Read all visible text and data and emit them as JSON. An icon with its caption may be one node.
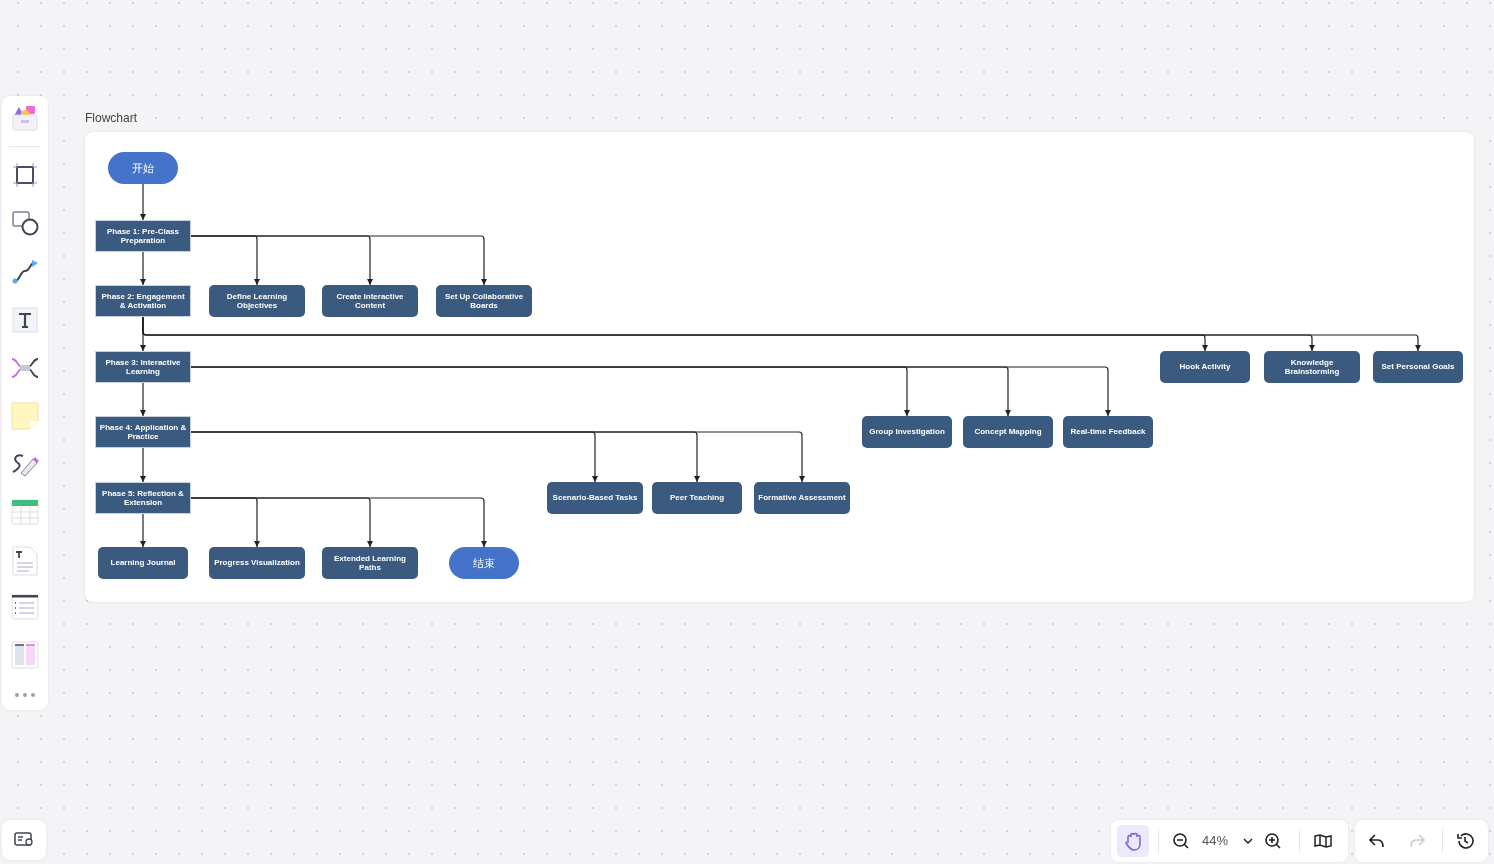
{
  "diagram": {
    "title": "Flowchart",
    "nodes": [
      {
        "text": [
          "开始"
        ]
      },
      {
        "text": [
          "Phase 1: Pre-Class Preparation"
        ]
      },
      {
        "text": [
          "Phase 2: Engagement & Activation"
        ]
      },
      {
        "text": [
          "Define Learning Objectives"
        ]
      },
      {
        "text": [
          "Create Interactive Content"
        ]
      },
      {
        "text": [
          "Set Up Collaborative Boards"
        ]
      },
      {
        "text": [
          "Phase 3: Interactive Learning"
        ]
      },
      {
        "text": [
          "Hook Activity"
        ]
      },
      {
        "text": [
          "Knowledge Brainstorming"
        ]
      },
      {
        "text": [
          "Set Personal Goals"
        ]
      },
      {
        "text": [
          "Phase 4: Application & Practice"
        ]
      },
      {
        "text": [
          "Group Investigation"
        ]
      },
      {
        "text": [
          "Concept Mapping"
        ]
      },
      {
        "text": [
          "Real-time Feedback"
        ]
      },
      {
        "text": [
          "Phase 5: Reflection & Extension"
        ]
      },
      {
        "text": [
          "Scenario-Based Tasks"
        ]
      },
      {
        "text": [
          "Peer Teaching"
        ]
      },
      {
        "text": [
          "Formative Assessment"
        ]
      },
      {
        "text": [
          "Learning Journal"
        ]
      },
      {
        "text": [
          "Progress Visualization"
        ]
      },
      {
        "text": [
          "Extended Learning Paths"
        ]
      },
      {
        "text": [
          "结束"
        ]
      }
    ],
    "edges": [
      {
        "from": 0,
        "to": 1,
        "arrow": "to"
      },
      {
        "from": 1,
        "to": 2,
        "arrow": "to"
      },
      {
        "from": 1,
        "to": 3,
        "arrow": "to"
      },
      {
        "from": 1,
        "to": 4,
        "arrow": "to"
      },
      {
        "from": 1,
        "to": 5,
        "arrow": "to"
      },
      {
        "from": 2,
        "to": 6,
        "arrow": "to"
      },
      {
        "from": 2,
        "to": 7,
        "arrow": "to"
      },
      {
        "from": 2,
        "to": 8,
        "arrow": "to"
      },
      {
        "from": 2,
        "to": 9,
        "arrow": "to"
      },
      {
        "from": 6,
        "to": 10,
        "arrow": "to"
      },
      {
        "from": 6,
        "to": 11,
        "arrow": "to"
      },
      {
        "from": 6,
        "to": 12,
        "arrow": "to"
      },
      {
        "from": 6,
        "to": 13,
        "arrow": "to"
      },
      {
        "from": 10,
        "to": 14,
        "arrow": "to"
      },
      {
        "from": 10,
        "to": 15,
        "arrow": "to"
      },
      {
        "from": 10,
        "to": 16,
        "arrow": "to"
      },
      {
        "from": 10,
        "to": 17,
        "arrow": "to"
      },
      {
        "from": 14,
        "to": 18,
        "arrow": "to"
      },
      {
        "from": 14,
        "to": 19,
        "arrow": "to"
      },
      {
        "from": 14,
        "to": 20,
        "arrow": "to"
      },
      {
        "from": 14,
        "to": 21,
        "arrow": "to"
      }
    ],
    "labels": [
      "44%"
    ]
  }
}
